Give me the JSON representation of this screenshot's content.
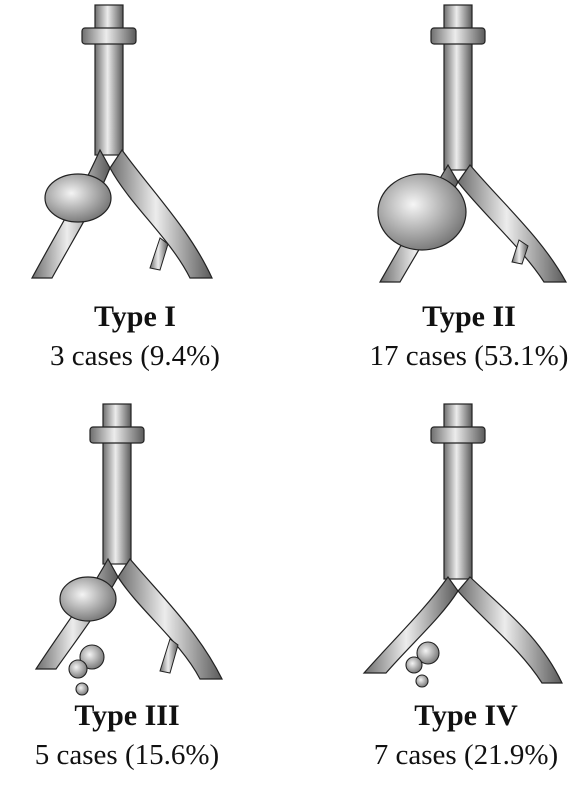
{
  "panels": [
    {
      "id": "type-1",
      "type": "I",
      "title": "Type I",
      "stat": "3 cases (9.4%)",
      "variant": {
        "dilatation": "right-mid",
        "saccule": false
      }
    },
    {
      "id": "type-2",
      "type": "II",
      "title": "Type II",
      "stat": "17 cases (53.1%)",
      "variant": {
        "dilatation": "right-large",
        "saccule": false
      }
    },
    {
      "id": "type-3",
      "type": "III",
      "title": "Type III",
      "stat": "5 cases (15.6%)",
      "variant": {
        "dilatation": "right-mid",
        "saccule": true
      }
    },
    {
      "id": "type-4",
      "type": "IV",
      "title": "Type IV",
      "stat": "7 cases (21.9%)",
      "variant": {
        "dilatation": "none",
        "saccule": true
      }
    }
  ],
  "colors": {
    "vessel_fill": "#d9d9d9",
    "vessel_stroke": "#222222",
    "text": "#111111"
  }
}
